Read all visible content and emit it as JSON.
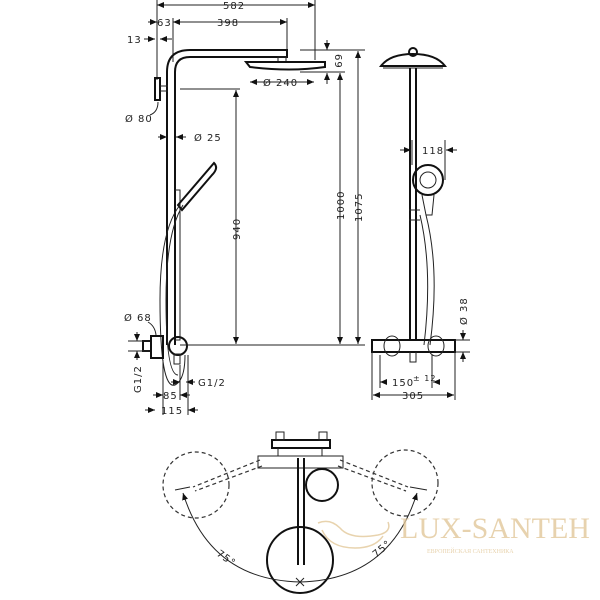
{
  "dimensions": {
    "total_width": "582",
    "wall_offset": "63",
    "arm_length": "398",
    "bracket": "13",
    "bracket_dia": "Ø 80",
    "pipe_dia": "Ø 25",
    "head_height": "69",
    "head_dia": "Ø 240",
    "height_940": "940",
    "height_1000": "1000",
    "height_1075": "1075",
    "mixer_dia": "Ø 68",
    "inlet_left": "G1/2",
    "outlet": "G1/2",
    "depth_85": "85",
    "depth_115": "115",
    "hand_shower_offset": "118",
    "mixer_body_dia": "Ø 38",
    "centers": "150",
    "centers_tolerance": "± 12",
    "mixer_width": "305",
    "angle_left": "75°",
    "angle_right": "75°"
  },
  "watermark": {
    "brand": "LUX-SANTEH",
    "tagline": "ЕВРОПЕЙСКАЯ САНТЕХНИКА",
    "color": "#e2c89a"
  }
}
